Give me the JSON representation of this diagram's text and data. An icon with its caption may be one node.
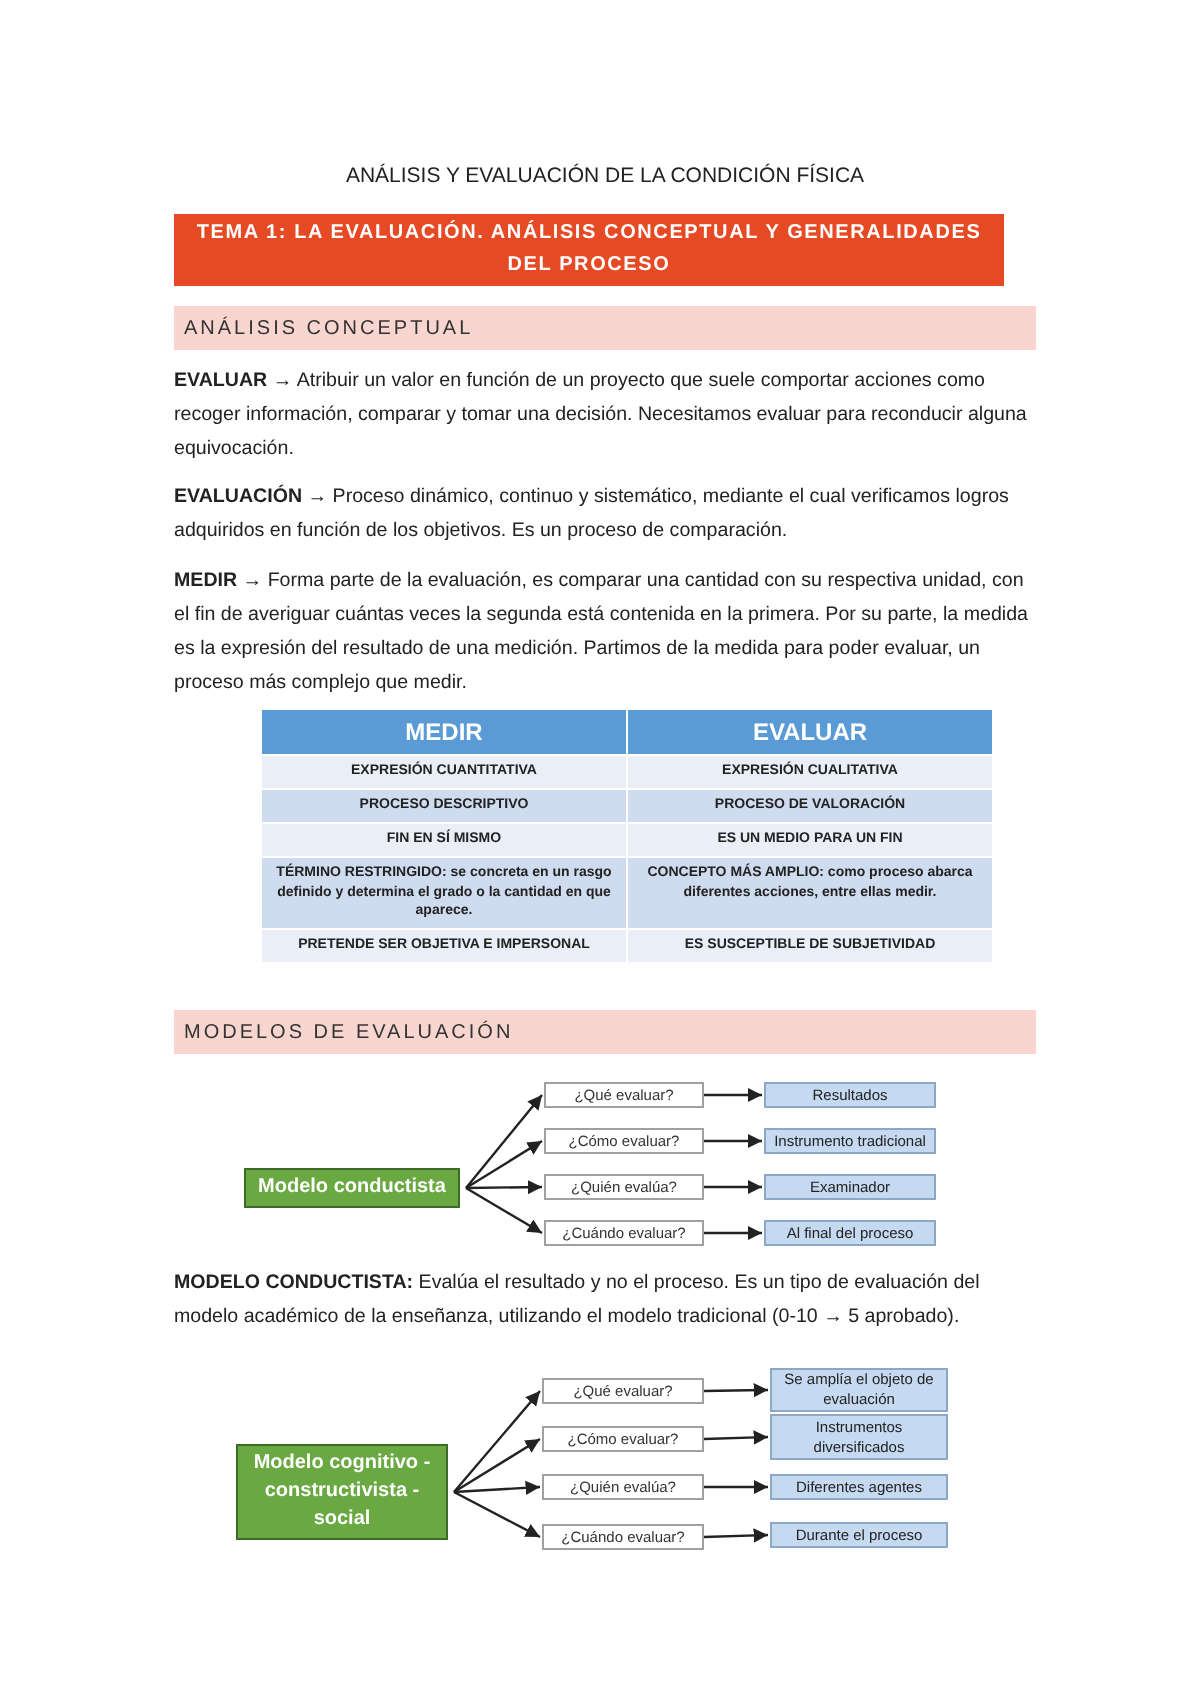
{
  "diagram": {
    "title": "ANÁLISIS Y EVALUACIÓN DE LA CONDICIÓN FÍSICA",
    "nodes": [
      {
        "text": [
          "Modelo conductista"
        ]
      },
      {
        "text": [
          "¿Qué evaluar?"
        ]
      },
      {
        "text": [
          "¿Cómo evaluar?"
        ]
      },
      {
        "text": [
          "¿Quién evalúa?"
        ]
      },
      {
        "text": [
          "¿Cuándo evaluar?"
        ]
      },
      {
        "text": [
          "Resultados"
        ]
      },
      {
        "text": [
          "Instrumento tradicional"
        ]
      },
      {
        "text": [
          "Examinador"
        ]
      },
      {
        "text": [
          "Al final del proceso"
        ]
      },
      {
        "text": [
          "Modelo cognitivo - constructivista - social"
        ]
      },
      {
        "text": [
          "¿Qué evaluar?"
        ]
      },
      {
        "text": [
          "¿Cómo evaluar?"
        ]
      },
      {
        "text": [
          "¿Quién evalúa?"
        ]
      },
      {
        "text": [
          "¿Cuándo evaluar?"
        ]
      },
      {
        "text": [
          "Se amplía el objeto de evaluación"
        ]
      },
      {
        "text": [
          "Instrumentos diversificados"
        ]
      },
      {
        "text": [
          "Diferentes agentes"
        ]
      },
      {
        "text": [
          "Durante el proceso"
        ]
      }
    ],
    "edges": [
      {
        "from": 0,
        "to": 1,
        "arrow": "to"
      },
      {
        "from": 0,
        "to": 2,
        "arrow": "to"
      },
      {
        "from": 0,
        "to": 3,
        "arrow": "to"
      },
      {
        "from": 0,
        "to": 4,
        "arrow": "to"
      },
      {
        "from": 1,
        "to": 5,
        "arrow": "to"
      },
      {
        "from": 2,
        "to": 6,
        "arrow": "to"
      },
      {
        "from": 3,
        "to": 7,
        "arrow": "to"
      },
      {
        "from": 4,
        "to": 8,
        "arrow": "to"
      },
      {
        "from": 9,
        "to": 10,
        "arrow": "to"
      },
      {
        "from": 9,
        "to": 11,
        "arrow": "to"
      },
      {
        "from": 9,
        "to": 12,
        "arrow": "to"
      },
      {
        "from": 9,
        "to": 13,
        "arrow": "to"
      },
      {
        "from": 10,
        "to": 14,
        "arrow": "to"
      },
      {
        "from": 11,
        "to": 15,
        "arrow": "to"
      },
      {
        "from": 12,
        "to": 16,
        "arrow": "to"
      },
      {
        "from": 13,
        "to": 17,
        "arrow": "to"
      }
    ],
    "labels": [
      "TEMA 1: LA EVALUACIÓN. ANÁLISIS CONCEPTUAL Y GENERALIDADES DEL PROCESO",
      "ANÁLISIS CONCEPTUAL",
      "**EVALUAR →** Atribuir un valor en función de un proyecto que suele comportar acciones como recoger información, comparar y tomar una decisión. Necesitamos evaluar para reconducir alguna equivocación.",
      "**EVALUACIÓN →** Proceso dinámico, continuo y sistemático, mediante el cual verificamos logros adquiridos en función de los objetivos. Es un proceso de comparación.",
      "**MEDIR →** Forma parte de la evaluación, es comparar una cantidad con su respectiva unidad, con el fin de averiguar cuántas veces la segunda está contenida en la primera. Por su parte, la medida es la expresión del resultado de una medición. Partimos de la medida para poder evaluar, un proceso más complejo que medir.",
      "MEDIR",
      "EVALUAR",
      "EXPRESIÓN CUANTITATIVA",
      "EXPRESIÓN CUALITATIVA",
      "PROCESO DESCRIPTIVO",
      "PROCESO DE VALORACIÓN",
      "FIN EN SÍ MISMO",
      "ES UN MEDIO PARA UN FIN",
      "**TÉRMINO RESTRINGIDO:** se concreta en un rasgo definido y determina el grado o la cantidad en que aparece.",
      "**CONCEPTO MÁS AMPLIO:** como proceso abarca diferentes acciones, entre ellas medir.",
      "PRETENDE SER OBJETIVA E IMPERSONAL",
      "ES SUSCEPTIBLE DE SUBJETIVIDAD",
      "MODELOS DE EVALUACIÓN",
      "**MODELO CONDUCTISTA:** Evalúa el resultado y no el proceso. Es un tipo de evaluación del modelo académico de la enseñanza, utilizando el modelo tradicional (0-10 → 5 aprobado)."
    ]
  }
}
